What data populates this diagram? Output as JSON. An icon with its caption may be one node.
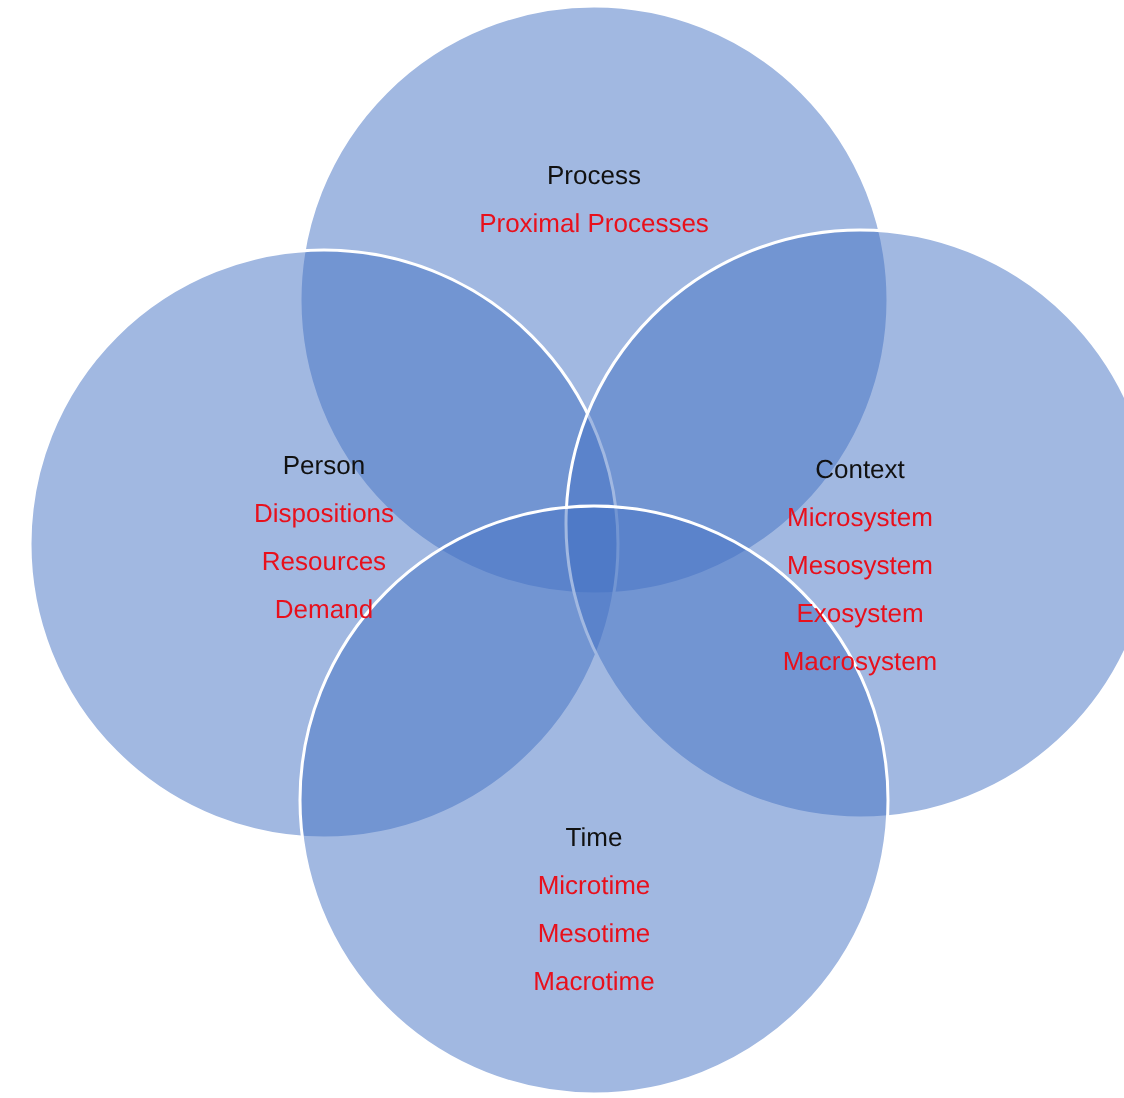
{
  "diagram": {
    "nodes": [
      {
        "text": [
          "Process",
          "Proximal Processes"
        ]
      },
      {
        "text": [
          "Person",
          "Dispositions",
          "Resources",
          "Demand"
        ]
      },
      {
        "text": [
          "Context",
          "Microsystem",
          "Mesosystem",
          "Exosystem",
          "Macrosystem"
        ]
      },
      {
        "text": [
          "Time",
          "Microtime",
          "Mesotime",
          "Macrotime"
        ]
      }
    ]
  }
}
